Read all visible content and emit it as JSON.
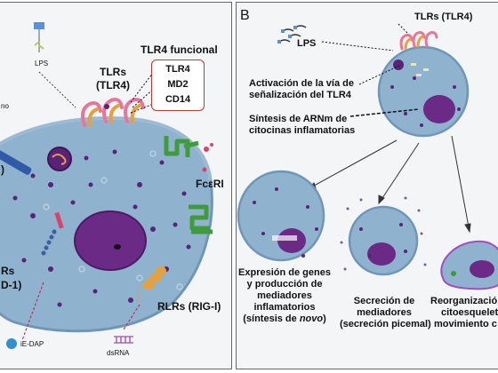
{
  "panel_a": {
    "lps": "LPS",
    "tlrs": "TLRs",
    "tlr4_paren": "(TLR4)",
    "tlr4_functional_title": "TLR4 funcional",
    "tlr4_components": [
      "TLR4",
      "MD2",
      "CD14"
    ],
    "fceri": "FcεRI",
    "rlrs": "RLRs (RIG-I)",
    "dsrna": "dsRNA",
    "ie_dap": "iE-DAP",
    "left_fragment_1": "no",
    "left_fragment_2": ")",
    "nlrs_1": "Rs",
    "nlrs_2": "D-1)"
  },
  "panel_b": {
    "label": "B",
    "tlrs": "TLRs (TLR4)",
    "lps": "LPS",
    "activation": [
      "Activación de la vía de",
      "señalización del TLR4"
    ],
    "synthesis": [
      "Síntesis de ARNm de",
      "citocinas inflamatorias"
    ],
    "outcome_1": {
      "line1": "Expresión de genes",
      "line2": "y producción de",
      "line3": "mediadores",
      "line4": "inflamatorios",
      "line5_prefix": "(síntesis de ",
      "line5_italic": "novo",
      "line5_suffix": ")"
    },
    "outcome_2": [
      "Secreción de",
      "mediadores",
      "(secreción picemal)"
    ],
    "outcome_3": [
      "Reorganizació",
      "citoesquelet",
      "movimiento c"
    ]
  },
  "colors": {
    "cell_fill": "#8fb3cf",
    "cell_edge": "#6f96b8",
    "nucleus": "#6a2a86",
    "granule": "#5b2377",
    "receptor_pink": "#e8769a",
    "receptor_orange": "#e7a13c",
    "fceri_green": "#3f9c3a",
    "box_red": "#c0392b"
  }
}
